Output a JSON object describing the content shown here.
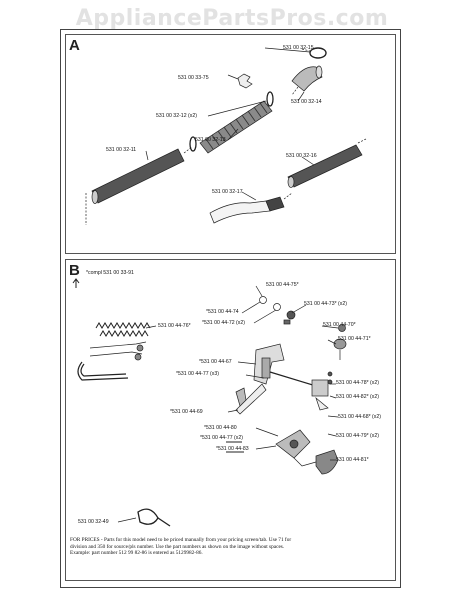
{
  "watermark": "AppliancePartsPros.com",
  "panel_a": {
    "label": "A",
    "parts": [
      {
        "id": "a1",
        "text": "531 00 32-15"
      },
      {
        "id": "a2",
        "text": "531 00 33-75"
      },
      {
        "id": "a3",
        "text": "531 00 32-14"
      },
      {
        "id": "a4",
        "text": "531 00 32-12 (x2)"
      },
      {
        "id": "a5",
        "text": "531 00 32-13"
      },
      {
        "id": "a6",
        "text": "531 00 32-11"
      },
      {
        "id": "a7",
        "text": "531 00 32-16"
      },
      {
        "id": "a8",
        "text": "531 00 32-17"
      }
    ]
  },
  "panel_b": {
    "label": "B",
    "compl": "*compl 531 00 33-91",
    "parts": [
      {
        "id": "b1",
        "text": "531 00 44-75*"
      },
      {
        "id": "b2",
        "text": "*531 00 44-74"
      },
      {
        "id": "b3",
        "text": "531 00 44-73* (x2)"
      },
      {
        "id": "b4",
        "text": "*531 00 44-72 (x2)"
      },
      {
        "id": "b5",
        "text": "531 00 44-70*"
      },
      {
        "id": "b6",
        "text": "531 00 44-76*"
      },
      {
        "id": "b7",
        "text": "531 00 44-71*"
      },
      {
        "id": "b8",
        "text": "*531 00 44-67"
      },
      {
        "id": "b9",
        "text": "*531 00 44-77 (x3)"
      },
      {
        "id": "b10",
        "text": "531 00 44-78* (x2)"
      },
      {
        "id": "b11",
        "text": "531 00 44-82* (x2)"
      },
      {
        "id": "b12",
        "text": "*531 00 44-69"
      },
      {
        "id": "b13",
        "text": "531 00 44-68* (x2)"
      },
      {
        "id": "b14",
        "text": "*531 00 44-80"
      },
      {
        "id": "b15",
        "text": "*531 00 44-77 (x2)"
      },
      {
        "id": "b16",
        "text": "531 00 44-79* (x2)"
      },
      {
        "id": "b17",
        "text": "*531 00 44-83"
      },
      {
        "id": "b18",
        "text": "531 00 44-81*"
      },
      {
        "id": "b19",
        "text": "531 00 32-49"
      }
    ],
    "note_lines": [
      "FOR PRICES - Parts for this model need to be priced manually from your pricing screen/tab. Use 71 for",
      "division and 350 for source/pls number.  Use the part numbers as shown on the image without spaces.",
      "Example: part number 512 99 82-86 is entered as 5129982-86."
    ]
  }
}
